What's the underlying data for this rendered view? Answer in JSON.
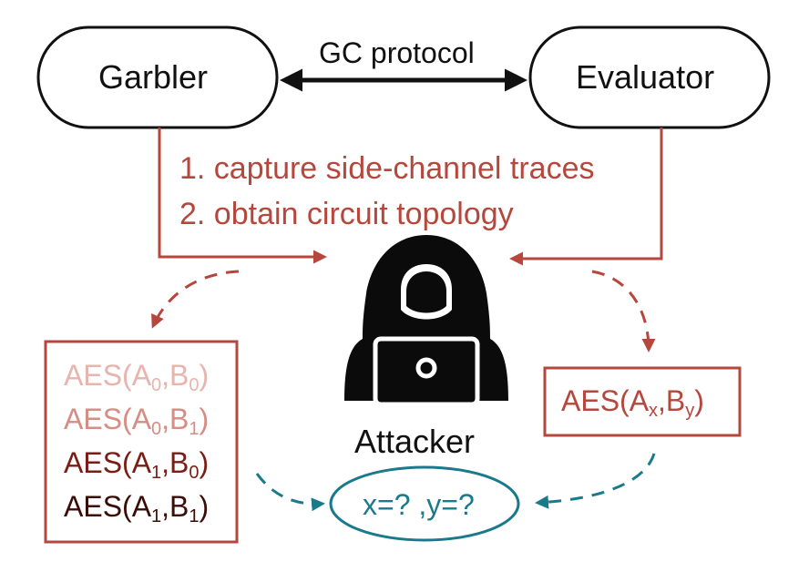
{
  "nodes": {
    "garbler": "Garbler",
    "evaluator": "Evaluator",
    "attacker": "Attacker"
  },
  "protocol": {
    "label": "GC protocol"
  },
  "steps": [
    "1. capture side-channel traces",
    "2. obtain circuit topology"
  ],
  "garbler_table": [
    {
      "prefix": "AES(A",
      "a_sub": "0",
      "mid": ",B",
      "b_sub": "0",
      "suffix": ")",
      "color": "#e7b4ae"
    },
    {
      "prefix": "AES(A",
      "a_sub": "0",
      "mid": ",B",
      "b_sub": "1",
      "suffix": ")",
      "color": "#d58d84"
    },
    {
      "prefix": "AES(A",
      "a_sub": "1",
      "mid": ",B",
      "b_sub": "0",
      "suffix": ")",
      "color": "#7b1d14"
    },
    {
      "prefix": "AES(A",
      "a_sub": "1",
      "mid": ",B",
      "b_sub": "1",
      "suffix": ")",
      "color": "#3a0d09"
    }
  ],
  "evaluator_entry": {
    "prefix": "AES(A",
    "a_sub": "x",
    "mid": ",B",
    "b_sub": "y",
    "suffix": ")",
    "color": "#b5473c"
  },
  "guess": {
    "label": "x=? ,y=?"
  },
  "colors": {
    "black": "#111111",
    "red": "#b5473c",
    "teal": "#1a7a8c"
  },
  "icons": {
    "attacker": "hooded-hacker-laptop-icon"
  }
}
